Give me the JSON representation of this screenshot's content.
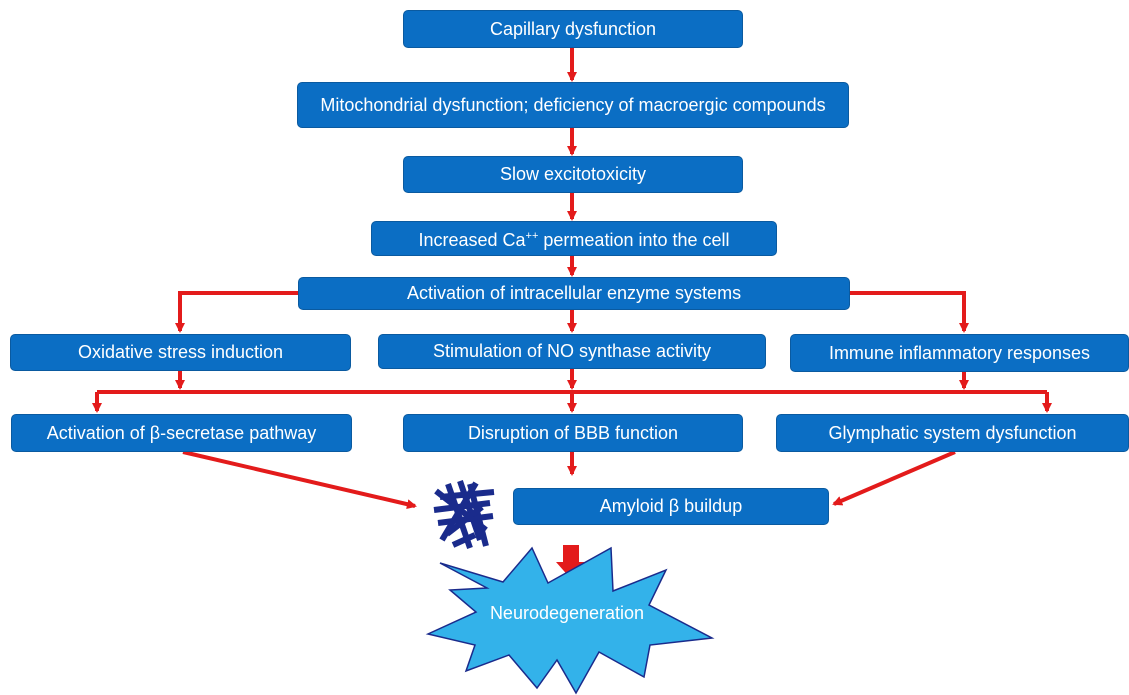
{
  "colors": {
    "box_fill": "#0b6ec4",
    "arrow": "#e31b1b",
    "burst_fill": "#33b2ea",
    "plaque": "#1a2b8c"
  },
  "nodes": {
    "capillary": "Capillary dysfunction",
    "mitochondrial": "Mitochondrial dysfunction; deficiency of macroergic compounds",
    "excitotoxicity": "Slow excitotoxicity",
    "calcium_prefix": "Increased Ca",
    "calcium_sup": "++",
    "calcium_suffix": " permeation into the cell",
    "enzyme": "Activation of intracellular enzyme systems",
    "oxidative": "Oxidative stress induction",
    "no_synthase": "Stimulation of NO synthase activity",
    "immune": "Immune inflammatory responses",
    "secretase": "Activation of β-secretase pathway",
    "bbb": "Disruption of BBB function",
    "glymphatic": "Glymphatic system dysfunction",
    "amyloid": "Amyloid β buildup",
    "neurodegeneration": "Neurodegeneration"
  },
  "icons": {
    "plaque": "amyloid-plaque-icon",
    "burst": "starburst-shape"
  }
}
